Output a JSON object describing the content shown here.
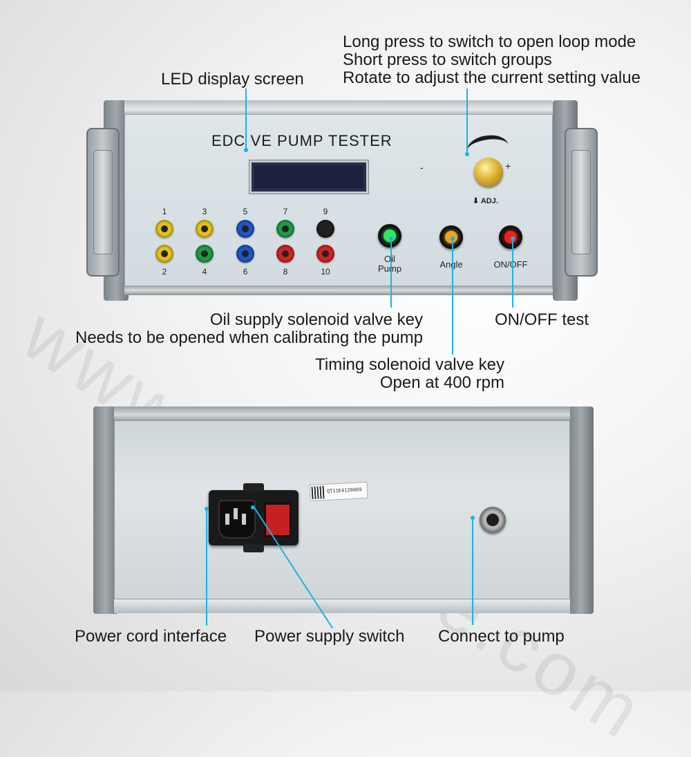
{
  "watermark": "www.fronwave.com",
  "front_panel": {
    "title": "EDC VE PUMP TESTER",
    "knob_minus": "-",
    "knob_plus": "+",
    "knob_label": "⬇ ADJ.",
    "jacks_top": [
      {
        "num": "1",
        "color": "#e0c21a"
      },
      {
        "num": "3",
        "color": "#e0c21a"
      },
      {
        "num": "5",
        "color": "#1f55c4"
      },
      {
        "num": "7",
        "color": "#1f9a48"
      },
      {
        "num": "9",
        "color": "#202020"
      }
    ],
    "jacks_bottom": [
      {
        "num": "2",
        "color": "#e0c21a"
      },
      {
        "num": "4",
        "color": "#1f9a48"
      },
      {
        "num": "6",
        "color": "#1f55c4"
      },
      {
        "num": "8",
        "color": "#d02323"
      },
      {
        "num": "10",
        "color": "#d02323"
      }
    ],
    "buttons": [
      {
        "label_line1": "Oil",
        "label_line2": "Pump",
        "led_color": "#2ee860"
      },
      {
        "label_line1": "Angle",
        "label_line2": "",
        "led_color": "#f0a51e"
      },
      {
        "label_line1": "ON/OFF",
        "label_line2": "",
        "led_color": "#ee2222"
      }
    ]
  },
  "callouts": {
    "led_display": "LED display screen",
    "knob_line1": "Long press to switch to open loop mode",
    "knob_line2": "Short press to switch groups",
    "knob_line3": "Rotate to adjust the current setting value",
    "oil_line1": "Oil supply solenoid valve key",
    "oil_line2": "Needs to be opened when calibrating the pump",
    "onoff": "ON/OFF test",
    "timing_line1": "Timing solenoid valve key",
    "timing_line2": "Open at 400 rpm",
    "power_cord": "Power cord interface",
    "power_switch": "Power supply switch",
    "connect_pump": "Connect to pump"
  },
  "back_panel": {
    "sticker_text": "QT11E4120009"
  },
  "colors": {
    "leader": "#1ab3e6"
  }
}
